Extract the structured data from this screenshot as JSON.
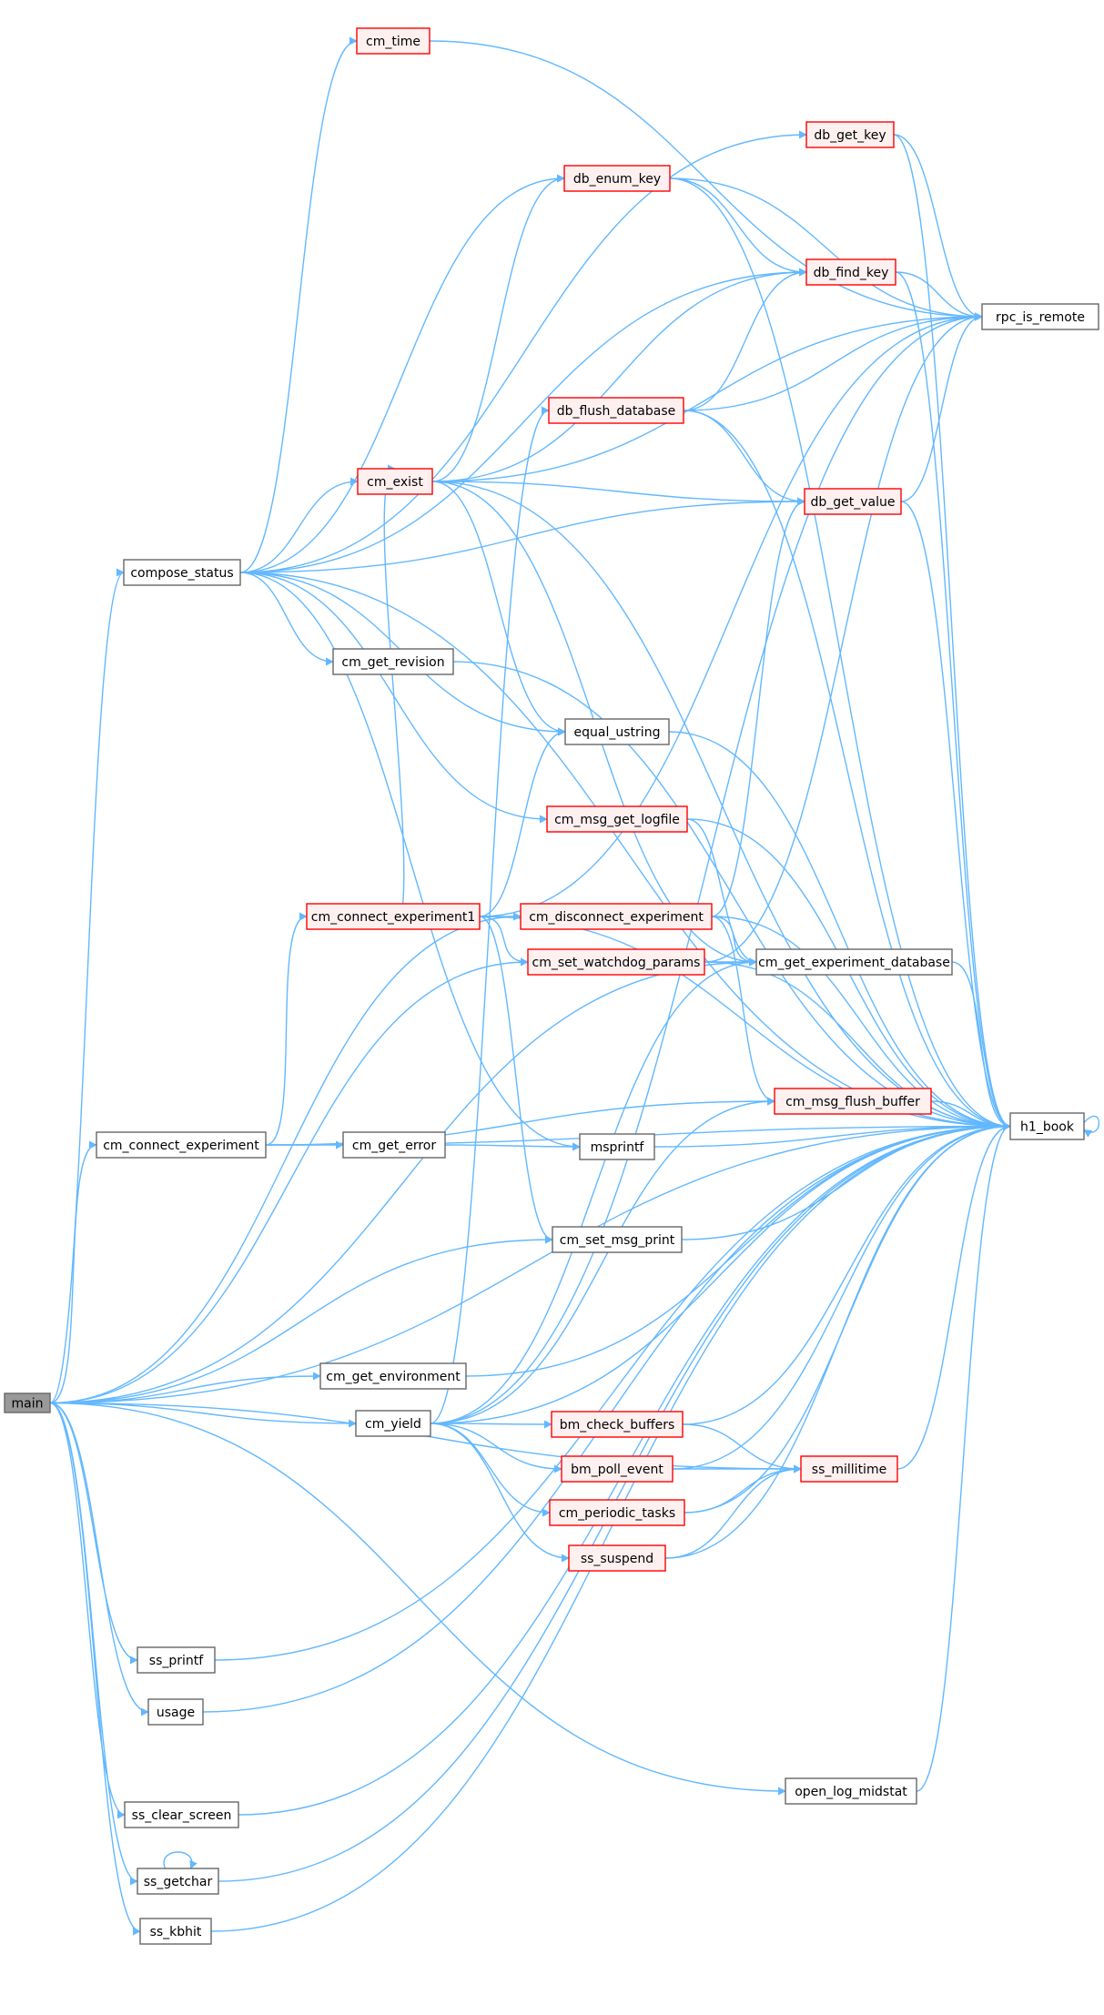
{
  "nodes": [
    {
      "id": "main",
      "label": "main",
      "style": "root"
    },
    {
      "id": "compose_status",
      "label": "compose_status",
      "style": "plain"
    },
    {
      "id": "cm_time",
      "label": "cm_time",
      "style": "red"
    },
    {
      "id": "db_get_key",
      "label": "db_get_key",
      "style": "red"
    },
    {
      "id": "db_enum_key",
      "label": "db_enum_key",
      "style": "red"
    },
    {
      "id": "db_find_key",
      "label": "db_find_key",
      "style": "red"
    },
    {
      "id": "rpc_is_remote",
      "label": "rpc_is_remote",
      "style": "plain"
    },
    {
      "id": "db_flush_database",
      "label": "db_flush_database",
      "style": "red"
    },
    {
      "id": "cm_exist",
      "label": "cm_exist",
      "style": "red"
    },
    {
      "id": "db_get_value",
      "label": "db_get_value",
      "style": "red"
    },
    {
      "id": "cm_get_revision",
      "label": "cm_get_revision",
      "style": "plain"
    },
    {
      "id": "equal_ustring",
      "label": "equal_ustring",
      "style": "plain"
    },
    {
      "id": "cm_msg_get_logfile",
      "label": "cm_msg_get_logfile",
      "style": "red"
    },
    {
      "id": "cm_connect_experiment1",
      "label": "cm_connect_experiment1",
      "style": "red"
    },
    {
      "id": "cm_disconnect_experiment",
      "label": "cm_disconnect_experiment",
      "style": "red"
    },
    {
      "id": "cm_set_watchdog_params",
      "label": "cm_set_watchdog_params",
      "style": "red"
    },
    {
      "id": "cm_get_experiment_database",
      "label": "cm_get_experiment_database",
      "style": "plain"
    },
    {
      "id": "cm_connect_experiment",
      "label": "cm_connect_experiment",
      "style": "plain"
    },
    {
      "id": "cm_get_error",
      "label": "cm_get_error",
      "style": "plain"
    },
    {
      "id": "msprintf",
      "label": "msprintf",
      "style": "plain"
    },
    {
      "id": "cm_msg_flush_buffer",
      "label": "cm_msg_flush_buffer",
      "style": "red"
    },
    {
      "id": "h1_book",
      "label": "h1_book",
      "style": "plain"
    },
    {
      "id": "cm_set_msg_print",
      "label": "cm_set_msg_print",
      "style": "plain"
    },
    {
      "id": "cm_get_environment",
      "label": "cm_get_environment",
      "style": "plain"
    },
    {
      "id": "cm_yield",
      "label": "cm_yield",
      "style": "plain"
    },
    {
      "id": "bm_check_buffers",
      "label": "bm_check_buffers",
      "style": "red"
    },
    {
      "id": "bm_poll_event",
      "label": "bm_poll_event",
      "style": "red"
    },
    {
      "id": "ss_millitime",
      "label": "ss_millitime",
      "style": "red"
    },
    {
      "id": "cm_periodic_tasks",
      "label": "cm_periodic_tasks",
      "style": "red"
    },
    {
      "id": "ss_suspend",
      "label": "ss_suspend",
      "style": "red"
    },
    {
      "id": "ss_printf",
      "label": "ss_printf",
      "style": "plain"
    },
    {
      "id": "usage",
      "label": "usage",
      "style": "plain"
    },
    {
      "id": "open_log_midstat",
      "label": "open_log_midstat",
      "style": "plain"
    },
    {
      "id": "ss_clear_screen",
      "label": "ss_clear_screen",
      "style": "plain"
    },
    {
      "id": "ss_getchar",
      "label": "ss_getchar",
      "style": "plain"
    },
    {
      "id": "ss_kbhit",
      "label": "ss_kbhit",
      "style": "plain"
    }
  ],
  "edges": [
    [
      "main",
      "compose_status"
    ],
    [
      "main",
      "cm_disconnect_experiment"
    ],
    [
      "main",
      "cm_set_watchdog_params"
    ],
    [
      "main",
      "cm_get_experiment_database"
    ],
    [
      "main",
      "h1_book"
    ],
    [
      "main",
      "cm_connect_experiment"
    ],
    [
      "main",
      "cm_set_msg_print"
    ],
    [
      "main",
      "cm_get_environment"
    ],
    [
      "main",
      "cm_yield"
    ],
    [
      "main",
      "ss_millitime"
    ],
    [
      "main",
      "ss_printf"
    ],
    [
      "main",
      "usage"
    ],
    [
      "main",
      "open_log_midstat"
    ],
    [
      "main",
      "ss_clear_screen"
    ],
    [
      "main",
      "ss_getchar"
    ],
    [
      "main",
      "ss_kbhit"
    ],
    [
      "compose_status",
      "cm_time"
    ],
    [
      "compose_status",
      "db_get_key"
    ],
    [
      "compose_status",
      "db_enum_key"
    ],
    [
      "compose_status",
      "db_find_key"
    ],
    [
      "compose_status",
      "cm_exist"
    ],
    [
      "compose_status",
      "db_get_value"
    ],
    [
      "compose_status",
      "cm_get_revision"
    ],
    [
      "compose_status",
      "equal_ustring"
    ],
    [
      "compose_status",
      "cm_msg_get_logfile"
    ],
    [
      "compose_status",
      "msprintf"
    ],
    [
      "compose_status",
      "h1_book"
    ],
    [
      "cm_time",
      "rpc_is_remote"
    ],
    [
      "db_get_key",
      "rpc_is_remote"
    ],
    [
      "db_get_key",
      "h1_book"
    ],
    [
      "db_enum_key",
      "db_find_key"
    ],
    [
      "db_enum_key",
      "rpc_is_remote"
    ],
    [
      "db_enum_key",
      "h1_book"
    ],
    [
      "db_find_key",
      "rpc_is_remote"
    ],
    [
      "db_find_key",
      "h1_book"
    ],
    [
      "db_flush_database",
      "db_find_key"
    ],
    [
      "db_flush_database",
      "rpc_is_remote"
    ],
    [
      "db_flush_database",
      "db_get_value"
    ],
    [
      "db_flush_database",
      "h1_book"
    ],
    [
      "cm_exist",
      "db_enum_key"
    ],
    [
      "cm_exist",
      "db_find_key"
    ],
    [
      "cm_exist",
      "db_get_value"
    ],
    [
      "cm_exist",
      "equal_ustring"
    ],
    [
      "cm_exist",
      "cm_get_experiment_database"
    ],
    [
      "cm_exist",
      "rpc_is_remote"
    ],
    [
      "cm_exist",
      "h1_book"
    ],
    [
      "db_get_value",
      "rpc_is_remote"
    ],
    [
      "db_get_value",
      "h1_book"
    ],
    [
      "cm_get_revision",
      "h1_book"
    ],
    [
      "equal_ustring",
      "h1_book"
    ],
    [
      "cm_msg_get_logfile",
      "cm_get_experiment_database"
    ],
    [
      "cm_msg_get_logfile",
      "h1_book"
    ],
    [
      "cm_connect_experiment1",
      "cm_exist"
    ],
    [
      "cm_connect_experiment1",
      "equal_ustring"
    ],
    [
      "cm_connect_experiment1",
      "cm_disconnect_experiment"
    ],
    [
      "cm_connect_experiment1",
      "cm_set_watchdog_params"
    ],
    [
      "cm_connect_experiment1",
      "rpc_is_remote"
    ],
    [
      "cm_connect_experiment1",
      "h1_book"
    ],
    [
      "cm_connect_experiment1",
      "cm_set_msg_print"
    ],
    [
      "cm_disconnect_experiment",
      "db_get_value"
    ],
    [
      "cm_disconnect_experiment",
      "cm_get_experiment_database"
    ],
    [
      "cm_disconnect_experiment",
      "cm_msg_flush_buffer"
    ],
    [
      "cm_disconnect_experiment",
      "h1_book"
    ],
    [
      "cm_set_watchdog_params",
      "cm_get_experiment_database"
    ],
    [
      "cm_set_watchdog_params",
      "rpc_is_remote"
    ],
    [
      "cm_set_watchdog_params",
      "h1_book"
    ],
    [
      "cm_get_experiment_database",
      "h1_book"
    ],
    [
      "cm_connect_experiment",
      "cm_connect_experiment1"
    ],
    [
      "cm_connect_experiment",
      "cm_get_error"
    ],
    [
      "cm_connect_experiment",
      "cm_msg_flush_buffer"
    ],
    [
      "cm_connect_experiment",
      "h1_book"
    ],
    [
      "cm_get_error",
      "msprintf"
    ],
    [
      "msprintf",
      "h1_book"
    ],
    [
      "cm_msg_flush_buffer",
      "h1_book"
    ],
    [
      "h1_book",
      "h1_book"
    ],
    [
      "cm_set_msg_print",
      "h1_book"
    ],
    [
      "cm_get_environment",
      "h1_book"
    ],
    [
      "cm_yield",
      "db_flush_database"
    ],
    [
      "cm_yield",
      "rpc_is_remote"
    ],
    [
      "cm_yield",
      "cm_get_experiment_database"
    ],
    [
      "cm_yield",
      "cm_msg_flush_buffer"
    ],
    [
      "cm_yield",
      "bm_check_buffers"
    ],
    [
      "cm_yield",
      "bm_poll_event"
    ],
    [
      "cm_yield",
      "cm_periodic_tasks"
    ],
    [
      "cm_yield",
      "ss_suspend"
    ],
    [
      "cm_yield",
      "h1_book"
    ],
    [
      "bm_check_buffers",
      "ss_millitime"
    ],
    [
      "bm_check_buffers",
      "h1_book"
    ],
    [
      "bm_poll_event",
      "ss_millitime"
    ],
    [
      "bm_poll_event",
      "h1_book"
    ],
    [
      "cm_periodic_tasks",
      "ss_millitime"
    ],
    [
      "cm_periodic_tasks",
      "h1_book"
    ],
    [
      "ss_suspend",
      "ss_millitime"
    ],
    [
      "ss_suspend",
      "h1_book"
    ],
    [
      "ss_millitime",
      "h1_book"
    ],
    [
      "ss_printf",
      "h1_book"
    ],
    [
      "usage",
      "h1_book"
    ],
    [
      "open_log_midstat",
      "h1_book"
    ],
    [
      "ss_clear_screen",
      "h1_book"
    ],
    [
      "ss_getchar",
      "ss_getchar"
    ],
    [
      "ss_getchar",
      "h1_book"
    ],
    [
      "ss_kbhit",
      "h1_book"
    ]
  ],
  "colors": {
    "edge": "#63b8ff",
    "root_fill": "#999999",
    "root_border": "#666666",
    "plain_fill": "#ffffff",
    "plain_border": "#666666",
    "red_fill": "#fff0f0",
    "red_border": "#ff0000"
  }
}
